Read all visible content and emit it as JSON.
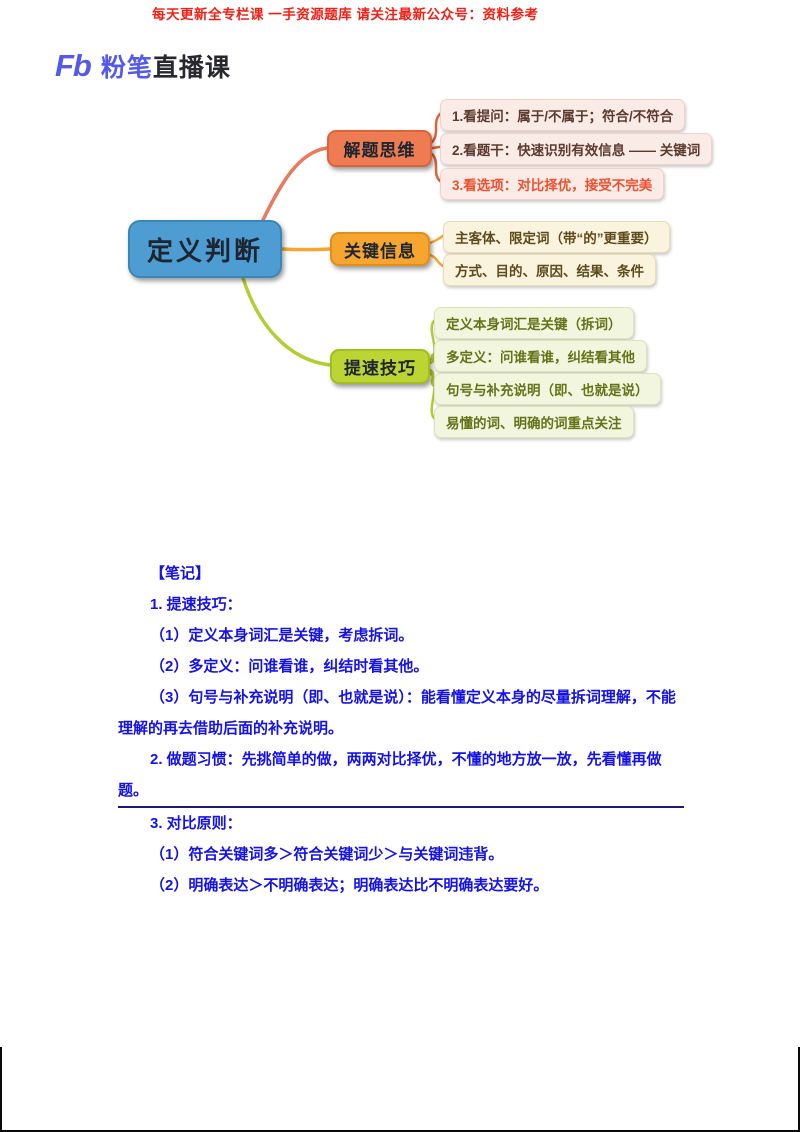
{
  "banner": {
    "text": "每天更新全专栏课 一手资源题库 请关注最新公众号：资料参考"
  },
  "logo": {
    "mark": "Fb",
    "brand": "粉笔",
    "suffix": "直播课"
  },
  "colors": {
    "banner_red": "#f41f14",
    "logo_blue": "#5359ea",
    "root_blue": "#4d9dd2",
    "branch_orange": "#ee7b52",
    "branch_amber": "#f6a62f",
    "branch_green": "#bcd532",
    "leaf_pink_bg": "#fbebe7",
    "leaf_cream_bg": "#faf3de",
    "leaf_green_bg": "#f2f6df",
    "leaf_red_text": "#f0502f",
    "notes_blue": "#1512e8"
  },
  "mindmap": {
    "root": {
      "label": "定义判断"
    },
    "branches": [
      {
        "label": "解题思维",
        "children": [
          {
            "text": "1.看提问：属于/不属于；符合/不符合"
          },
          {
            "text": "2.看题干：快速识别有效信息 —— 关键词"
          },
          {
            "text": "3.看选项：对比择优，接受不完美"
          }
        ]
      },
      {
        "label": "关键信息",
        "children": [
          {
            "text": "主客体、限定词（带“的”更重要）"
          },
          {
            "text": "方式、目的、原因、结果、条件"
          }
        ]
      },
      {
        "label": "提速技巧",
        "children": [
          {
            "text": "定义本身词汇是关键（拆词）"
          },
          {
            "text": "多定义：问谁看谁，纠结看其他"
          },
          {
            "text": "句号与补充说明（即、也就是说）"
          },
          {
            "text": "易懂的词、明确的词重点关注"
          }
        ]
      }
    ]
  },
  "notes": {
    "lines": [
      "【笔记】",
      "1. 提速技巧：",
      "（1）定义本身词汇是关键，考虑拆词。",
      "（2）多定义：问谁看谁，纠结时看其他。",
      "（3）句号与补充说明（即、也就是说）：能看懂定义本身的尽量拆词理解，不能",
      "理解的再去借助后面的补充说明。",
      "2. 做题习惯：先挑简单的做，两两对比择优，不懂的地方放一放，先看懂再做",
      "题。",
      "3. 对比原则：",
      "（1）符合关键词多＞符合关键词少＞与关键词违背。",
      "（2）明确表达＞不明确表达；明确表达比不明确表达要好。"
    ]
  }
}
